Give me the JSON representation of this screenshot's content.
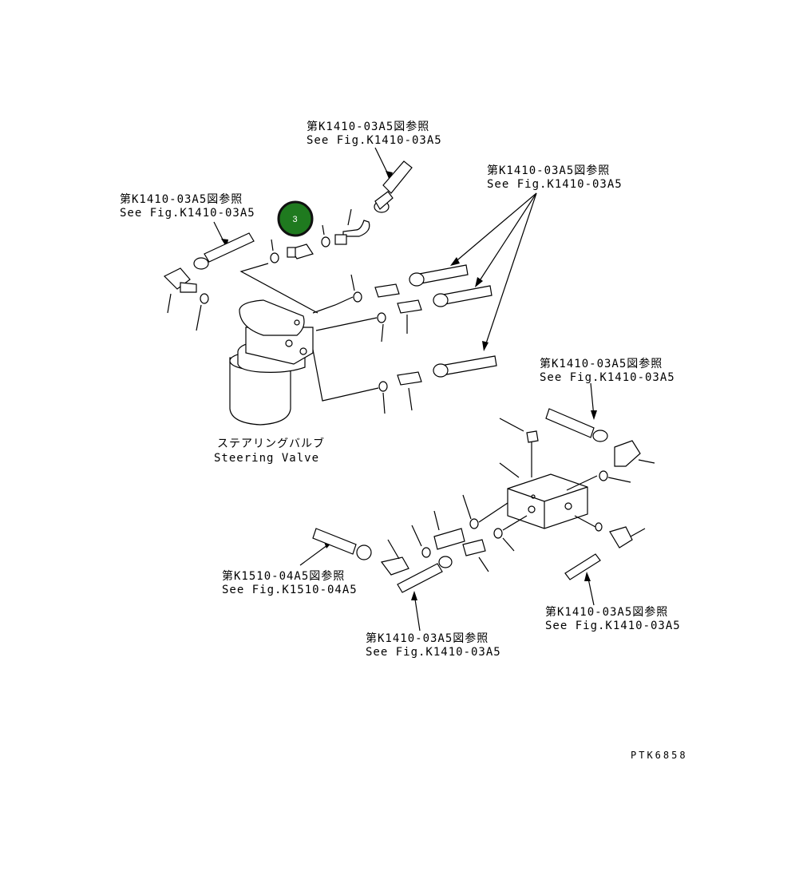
{
  "colors": {
    "callout_fill": "#1f7a1f",
    "callout_ring": "#111111",
    "ink": "#000000"
  },
  "labels": {
    "top_center": {
      "jp": "第K1410-03A5図参照",
      "en": "See Fig.K1410-03A5"
    },
    "top_right": {
      "jp": "第K1410-03A5図参照",
      "en": "See Fig.K1410-03A5"
    },
    "top_left": {
      "jp": "第K1410-03A5図参照",
      "en": "See Fig.K1410-03A5"
    },
    "mid_right": {
      "jp": "第K1410-03A5図参照",
      "en": "See Fig.K1410-03A5"
    },
    "bottom_left": {
      "jp": "第K1510-04A5図参照",
      "en": "See Fig.K1510-04A5"
    },
    "bottom_center": {
      "jp": "第K1410-03A5図参照",
      "en": "See Fig.K1410-03A5"
    },
    "bottom_right": {
      "jp": "第K1410-03A5図参照",
      "en": "See Fig.K1410-03A5"
    },
    "steering_valve": {
      "jp": "ステアリングバルブ",
      "en": "Steering Valve"
    },
    "drawing_code": "PTK6858"
  },
  "callouts": [
    {
      "number": "3",
      "icon": "part-callout-icon"
    }
  ]
}
